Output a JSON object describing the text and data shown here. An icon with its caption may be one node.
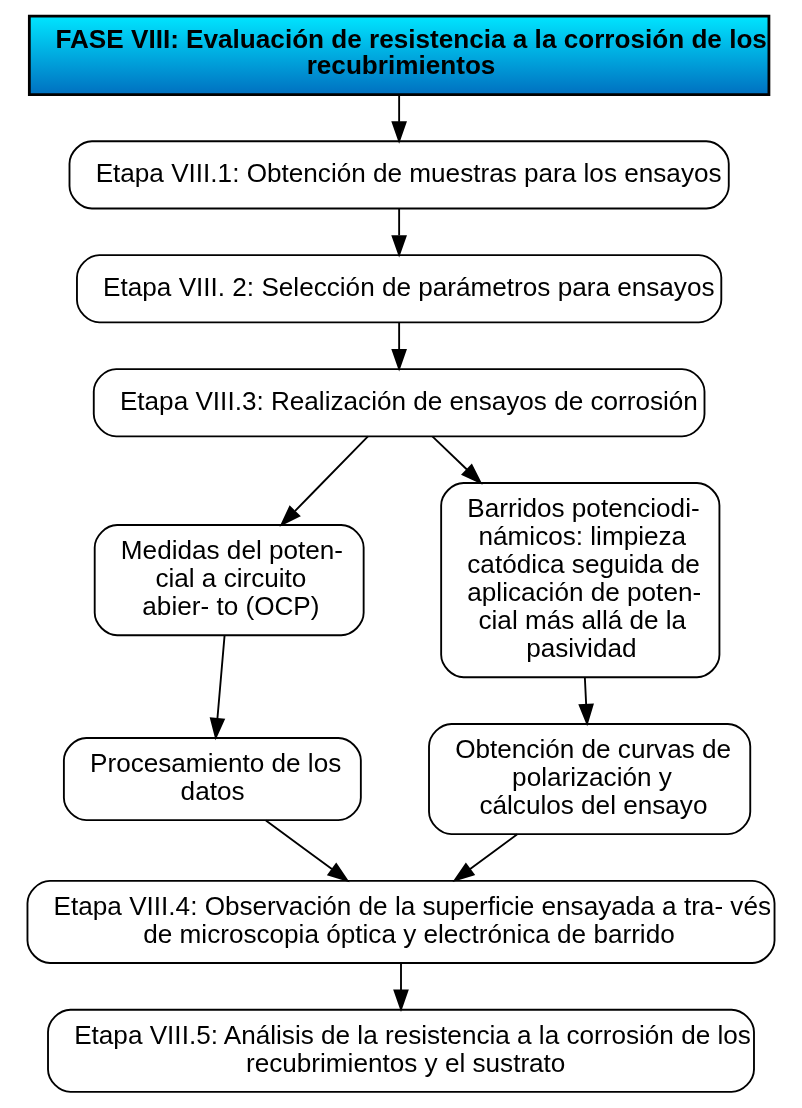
{
  "diagram": {
    "nodes": [
      {
        "text": [
          "FASE VIII: Evaluación de resistencia a la corrosión de los recubrimientos"
        ]
      },
      {
        "text": [
          "Etapa VIII.1: Obtención de muestras para los ensayos"
        ]
      },
      {
        "text": [
          "Etapa VIII. 2: Selección de parámetros para ensayos"
        ]
      },
      {
        "text": [
          "Etapa VIII.3: Realización de ensayos de corrosión"
        ]
      },
      {
        "text": [
          "Medidas del poten- cial a circuito abier- to (OCP)"
        ]
      },
      {
        "text": [
          "Procesamiento de los datos"
        ]
      },
      {
        "text": [
          "Barridos potenciodi- námicos: limpieza catódica seguida de aplicación de poten- cial más allá de la pasividad"
        ]
      },
      {
        "text": [
          "Obtención de curvas de polarización y cálculos del ensayo"
        ]
      },
      {
        "text": [
          "Etapa VIII.4: Observación de la superficie ensayada a tra- vés de microscopia óptica y electrónica de barrido"
        ]
      },
      {
        "text": [
          "Etapa VIII.5: Análisis de la resistencia a la corrosión de los recubrimientos y el sustrato"
        ]
      }
    ],
    "edges": [
      {
        "from": 0,
        "to": 1,
        "arrow": "to"
      },
      {
        "from": 1,
        "to": 2,
        "arrow": "to"
      },
      {
        "from": 2,
        "to": 3,
        "arrow": "to"
      },
      {
        "from": 3,
        "to": 4,
        "arrow": "to"
      },
      {
        "from": 3,
        "to": 6,
        "arrow": "to"
      },
      {
        "from": 4,
        "to": 5,
        "arrow": "to"
      },
      {
        "from": 6,
        "to": 7,
        "arrow": "to"
      },
      {
        "from": 5,
        "to": 8,
        "arrow": "to"
      },
      {
        "from": 7,
        "to": 8,
        "arrow": "to"
      },
      {
        "from": 8,
        "to": 9,
        "arrow": "to"
      }
    ]
  }
}
